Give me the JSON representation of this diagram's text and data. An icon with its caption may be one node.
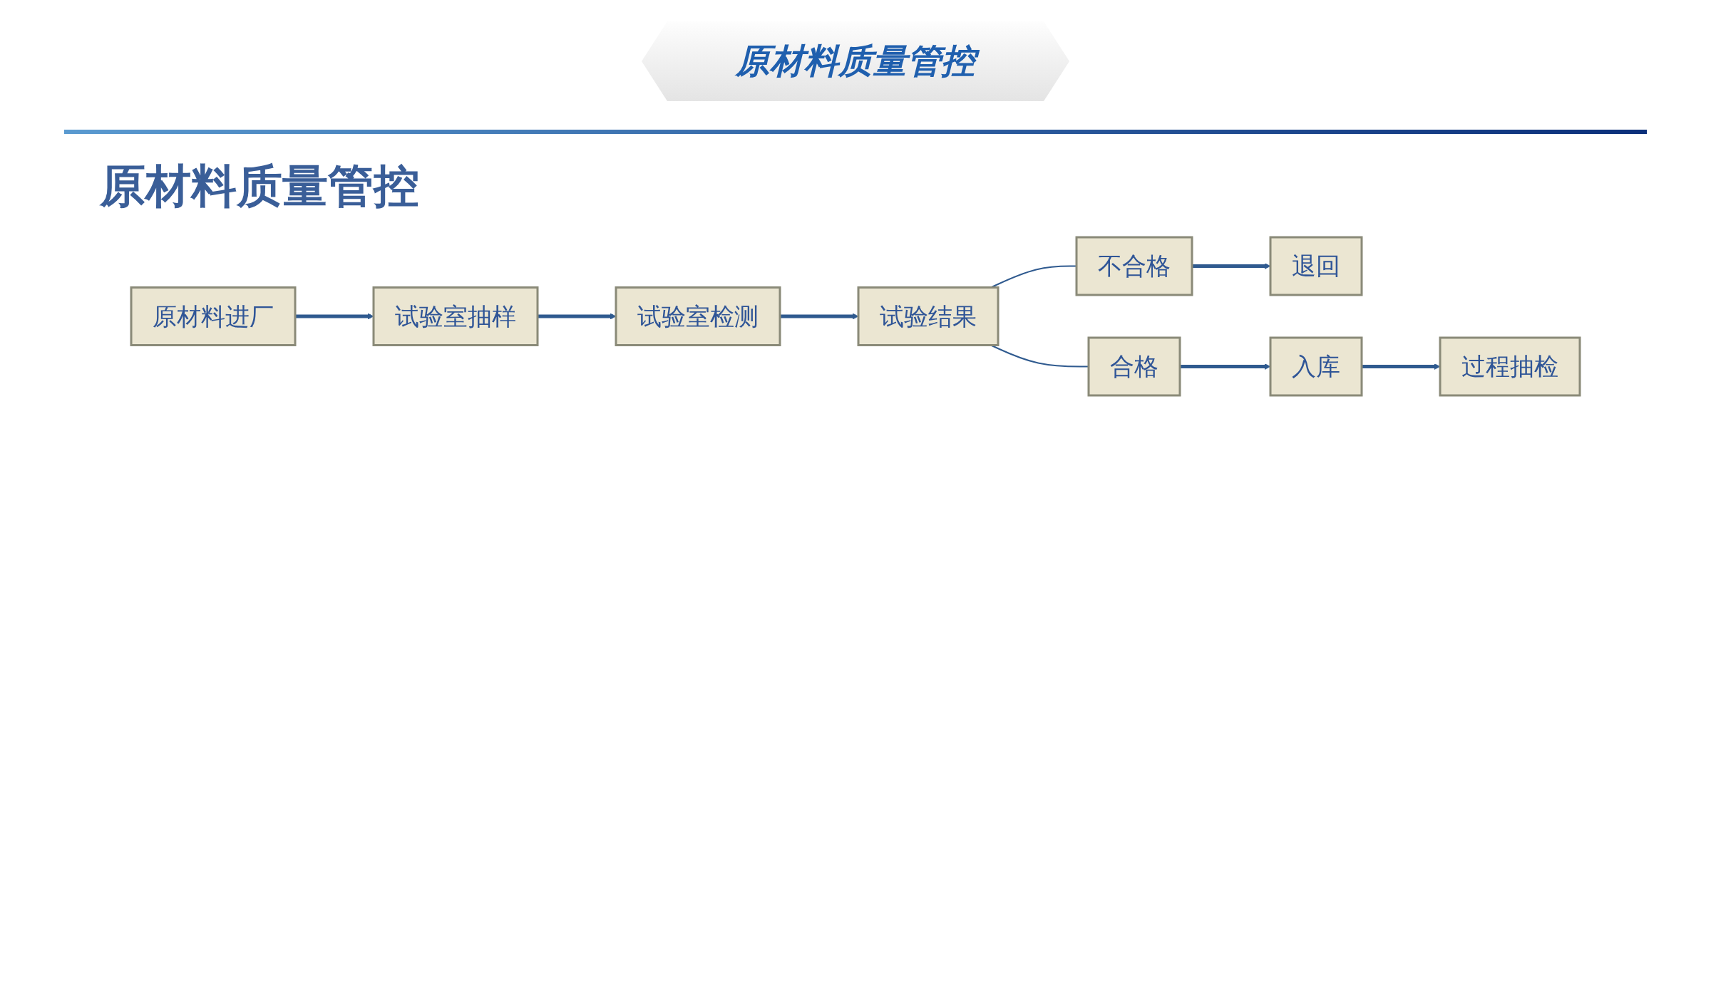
{
  "diagram": {
    "title": "原材料质量管控",
    "nodes": [
      {
        "text": [
          "原材料进厂"
        ]
      },
      {
        "text": [
          "试验室抽样"
        ]
      },
      {
        "text": [
          "试验室检测"
        ]
      },
      {
        "text": [
          "退回"
        ]
      },
      {
        "text": [
          "不合格"
        ]
      },
      {
        "text": [
          "试验结果"
        ]
      },
      {
        "text": [
          "过程抽检"
        ]
      },
      {
        "text": [
          "入库"
        ]
      },
      {
        "text": [
          "合格"
        ]
      }
    ],
    "edges": [
      {
        "from": 0,
        "to": 1,
        "arrow": "to"
      },
      {
        "from": 1,
        "to": 2,
        "arrow": "to"
      },
      {
        "from": 2,
        "to": 5,
        "arrow": "to"
      },
      {
        "from": 5,
        "to": 4,
        "arrow": "none"
      },
      {
        "from": 5,
        "to": 8,
        "arrow": "none"
      },
      {
        "from": 4,
        "to": 3,
        "arrow": "to"
      },
      {
        "from": 8,
        "to": 7,
        "arrow": "to"
      },
      {
        "from": 7,
        "to": 6,
        "arrow": "to"
      }
    ],
    "labels": [
      "原材料质量管控"
    ]
  }
}
